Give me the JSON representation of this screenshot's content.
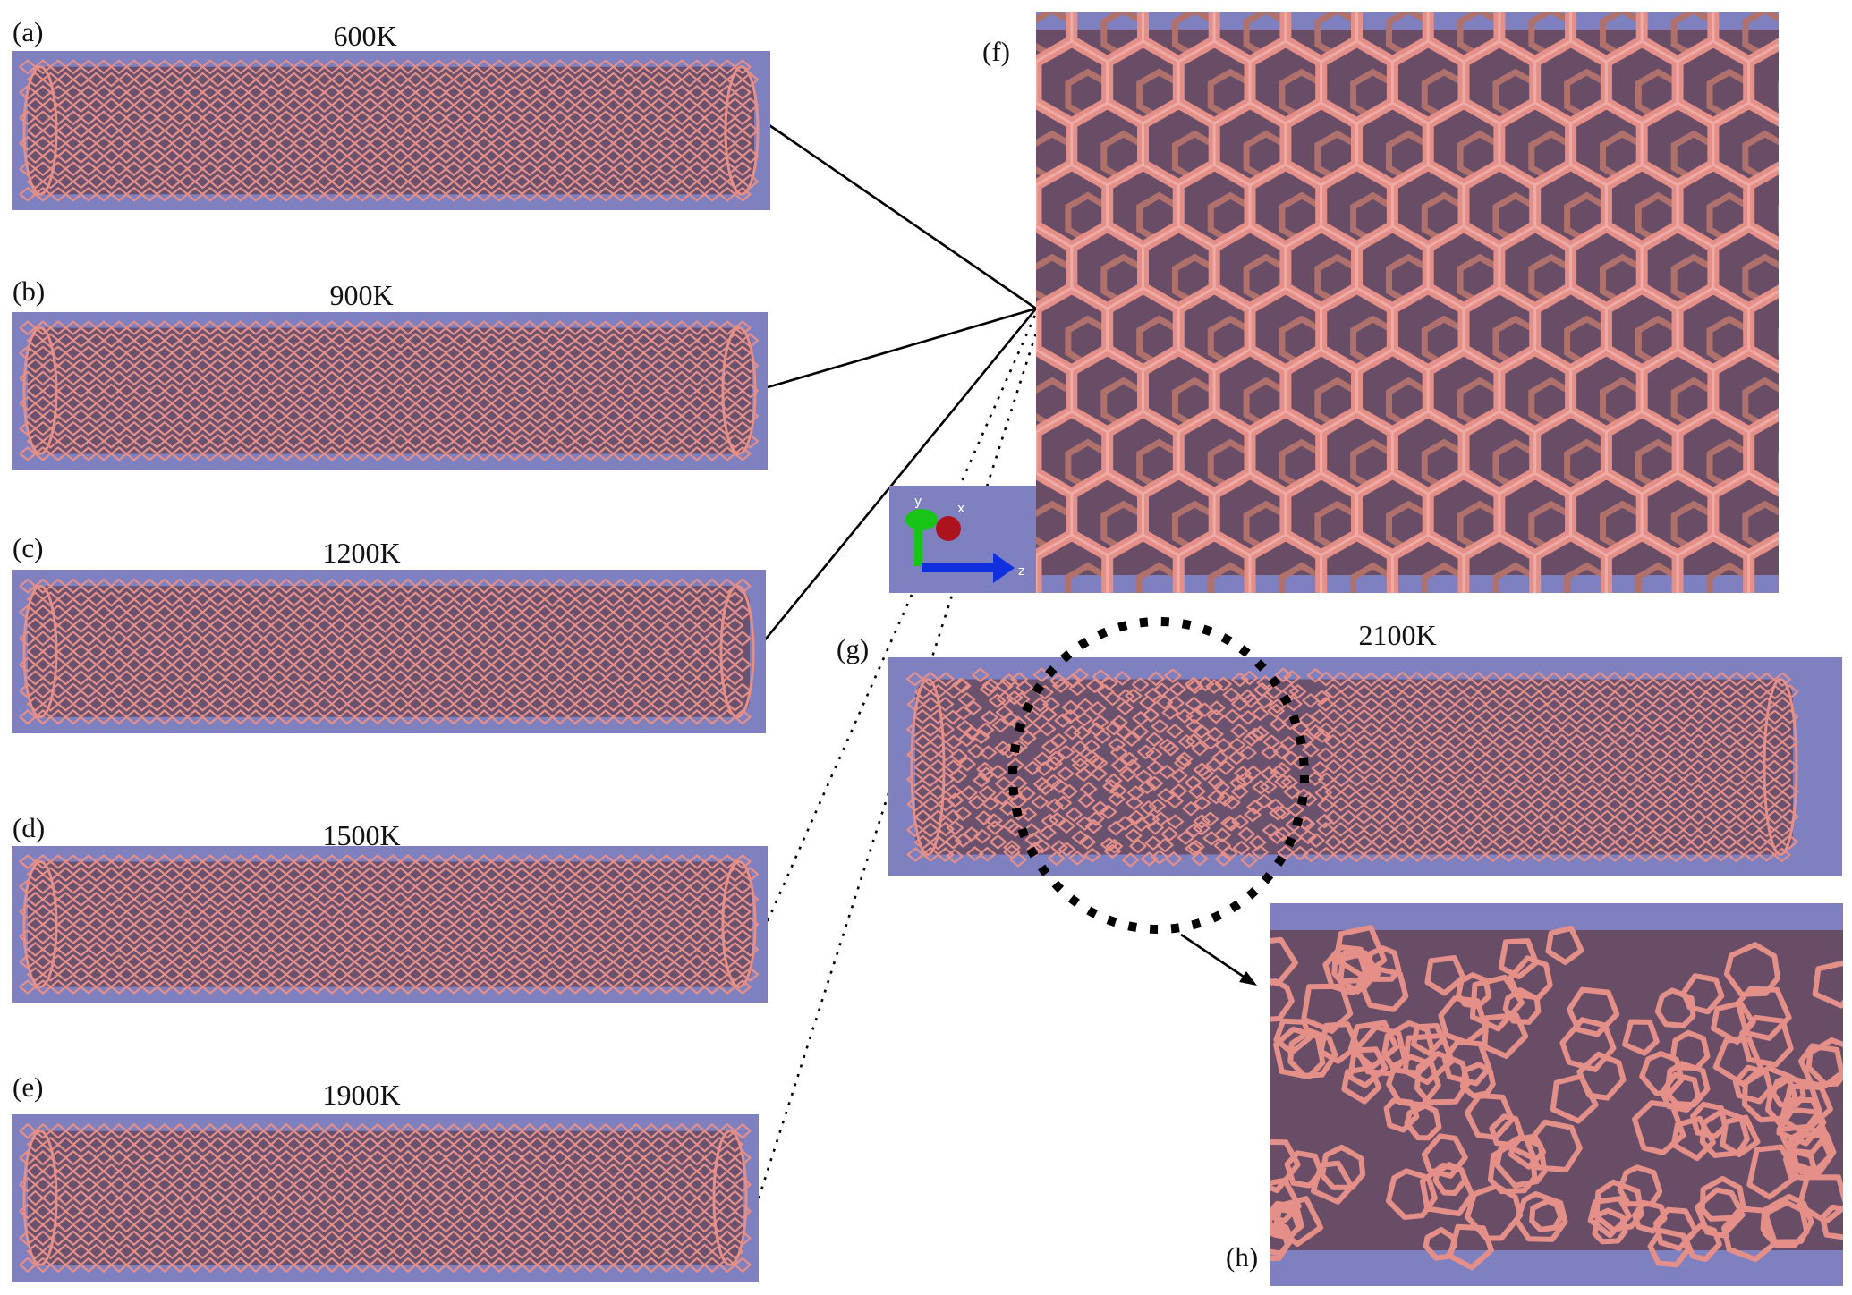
{
  "colors": {
    "background": "#7f80c0",
    "tube": "#e58f89",
    "tube_dark": "#5a2c2c",
    "axis_x": "#b40000",
    "axis_y": "#17c417",
    "axis_z": "#1030e0"
  },
  "panels": [
    {
      "letter": "(a)",
      "temperature": "600K",
      "disorder": 0.0
    },
    {
      "letter": "(b)",
      "temperature": "900K",
      "disorder": 0.0
    },
    {
      "letter": "(c)",
      "temperature": "1200K",
      "disorder": 0.0
    },
    {
      "letter": "(d)",
      "temperature": "1500K",
      "disorder": 0.0
    },
    {
      "letter": "(e)",
      "temperature": "1900K",
      "disorder": 0.0
    }
  ],
  "zoom_panel": {
    "letter": "(f)"
  },
  "melted_panel": {
    "letter": "(g)",
    "temperature": "2100K"
  },
  "defect_panel": {
    "letter": "(h)"
  },
  "axes": {
    "x": "x",
    "y": "y",
    "z": "z"
  }
}
